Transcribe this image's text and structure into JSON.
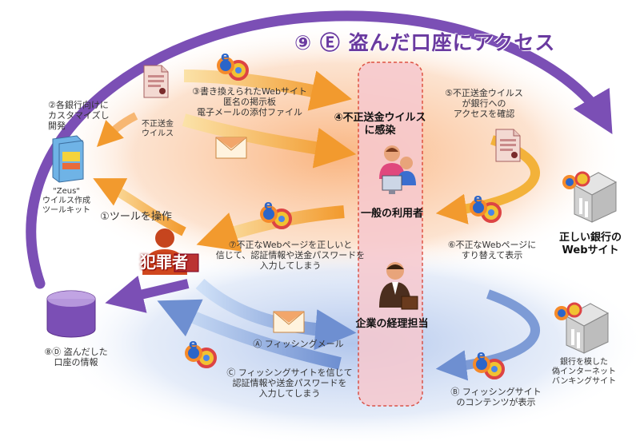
{
  "title": "⑨ Ⓔ 盗んだ口座にアクセス",
  "nodes": {
    "step2": "②各銀行向けに\nカスタマイズし\n開発",
    "zeus": "\"Zeus\"\nウイルス作成\nツールキット",
    "virus_file": "不正送金\nウイルス",
    "step3": "③書き換えられたWebサイト\n匿名の掲示板\n電子メールの添付ファイル",
    "step4": "④不正送金ウイルス\nに感染",
    "step5": "⑤不正送金ウイルス\nが銀行への\nアクセスを確認",
    "correct_bank": "正しい銀行の\nWebサイト",
    "step1": "①ツールを操作",
    "user": "一般の利用者",
    "criminal": "犯罪者",
    "step7": "⑦不正なWebページを正しいと\n信じて、認証情報や送金パスワードを\n入力してしまう",
    "step6": "⑥不正なWebページに\nすり替えて表示",
    "step8": "⑧Ⓓ 盗んだした\n口座の情報",
    "accountant": "企業の経理担当",
    "fake_bank": "銀行を模した\n偽インターネット\nバンキングサイト",
    "stepA": "Ⓐ フィッシングメール",
    "stepC": "Ⓒ フィッシングサイトを信じて\n認証情報や送金パスワードを\n入力してしまう",
    "stepB": "Ⓑ フィッシングサイト\nのコンテンツが表示"
  },
  "colors": {
    "purple": "#7b4fb5",
    "orange": "#f29a2e",
    "blue": "#7d9bd6",
    "red": "#d93a2b",
    "pink": "#f7c9cf"
  },
  "icons": [
    "browser-icon",
    "mail-icon",
    "document-icon",
    "box-icon",
    "user-pc-icon",
    "businessman-icon",
    "hacker-icon",
    "database-icon",
    "bank-icon"
  ]
}
